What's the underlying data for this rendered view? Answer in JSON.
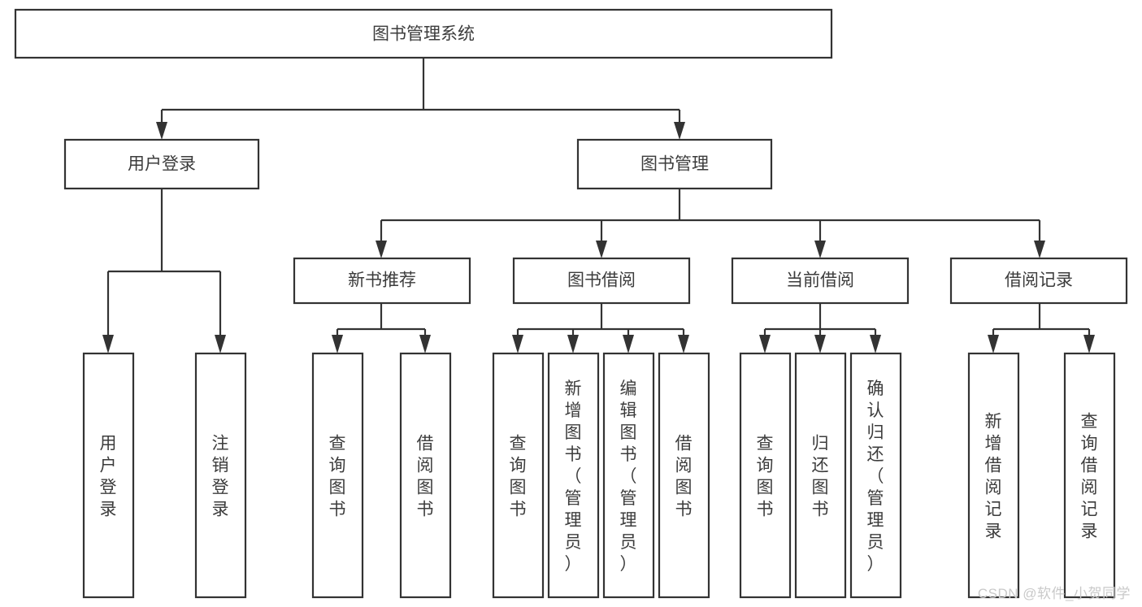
{
  "diagram": {
    "type": "hierarchy-tree",
    "title": "图书管理系统",
    "watermark": "CSDN @软件_小贺同学",
    "colors": {
      "box_fill": "#ffffff",
      "box_stroke": "#333333",
      "text": "#3c3c3c",
      "watermark": "#c9c9c9",
      "background": "#ffffff"
    },
    "nodes": {
      "root": {
        "label": "图书管理系统",
        "level": 1,
        "orientation": "horizontal"
      },
      "n_user_login": {
        "label": "用户登录",
        "level": 2,
        "orientation": "horizontal"
      },
      "n_book_manage": {
        "label": "图书管理",
        "level": 2,
        "orientation": "horizontal"
      },
      "n_new_book_rec": {
        "label": "新书推荐",
        "level": 3,
        "orientation": "horizontal"
      },
      "n_book_borrow": {
        "label": "图书借阅",
        "level": 3,
        "orientation": "horizontal"
      },
      "n_current_borrow": {
        "label": "当前借阅",
        "level": 3,
        "orientation": "horizontal"
      },
      "n_borrow_record": {
        "label": "借阅记录",
        "level": 3,
        "orientation": "horizontal"
      },
      "l_user_login": {
        "label": "用户登录",
        "level": 4,
        "orientation": "vertical"
      },
      "l_logout": {
        "label": "注销登录",
        "level": 4,
        "orientation": "vertical"
      },
      "l_query_book_1": {
        "label": "查询图书",
        "level": 4,
        "orientation": "vertical"
      },
      "l_borrow_book_1": {
        "label": "借阅图书",
        "level": 4,
        "orientation": "vertical"
      },
      "l_query_book_2": {
        "label": "查询图书",
        "level": 4,
        "orientation": "vertical"
      },
      "l_add_book": {
        "label": "新增图书（管理员）",
        "level": 4,
        "orientation": "vertical"
      },
      "l_edit_book": {
        "label": "编辑图书（管理员）",
        "level": 4,
        "orientation": "vertical"
      },
      "l_borrow_book_2": {
        "label": "借阅图书",
        "level": 4,
        "orientation": "vertical"
      },
      "l_query_book_3": {
        "label": "查询图书",
        "level": 4,
        "orientation": "vertical"
      },
      "l_return_book": {
        "label": "归还图书",
        "level": 4,
        "orientation": "vertical"
      },
      "l_confirm_return": {
        "label": "确认归还（管理员）",
        "level": 4,
        "orientation": "vertical"
      },
      "l_add_record": {
        "label": "新增借阅记录",
        "level": 4,
        "orientation": "vertical"
      },
      "l_query_record": {
        "label": "查询借阅记录",
        "level": 4,
        "orientation": "vertical"
      }
    },
    "edges": [
      {
        "from": "root",
        "to": "n_user_login"
      },
      {
        "from": "root",
        "to": "n_book_manage"
      },
      {
        "from": "n_user_login",
        "to": "l_user_login"
      },
      {
        "from": "n_user_login",
        "to": "l_logout"
      },
      {
        "from": "n_book_manage",
        "to": "n_new_book_rec"
      },
      {
        "from": "n_book_manage",
        "to": "n_book_borrow"
      },
      {
        "from": "n_book_manage",
        "to": "n_current_borrow"
      },
      {
        "from": "n_book_manage",
        "to": "n_borrow_record"
      },
      {
        "from": "n_new_book_rec",
        "to": "l_query_book_1"
      },
      {
        "from": "n_new_book_rec",
        "to": "l_borrow_book_1"
      },
      {
        "from": "n_book_borrow",
        "to": "l_query_book_2"
      },
      {
        "from": "n_book_borrow",
        "to": "l_add_book"
      },
      {
        "from": "n_book_borrow",
        "to": "l_edit_book"
      },
      {
        "from": "n_book_borrow",
        "to": "l_borrow_book_2"
      },
      {
        "from": "n_current_borrow",
        "to": "l_query_book_3"
      },
      {
        "from": "n_current_borrow",
        "to": "l_return_book"
      },
      {
        "from": "n_current_borrow",
        "to": "l_confirm_return"
      },
      {
        "from": "n_borrow_record",
        "to": "l_add_record"
      },
      {
        "from": "n_borrow_record",
        "to": "l_query_record"
      }
    ]
  }
}
